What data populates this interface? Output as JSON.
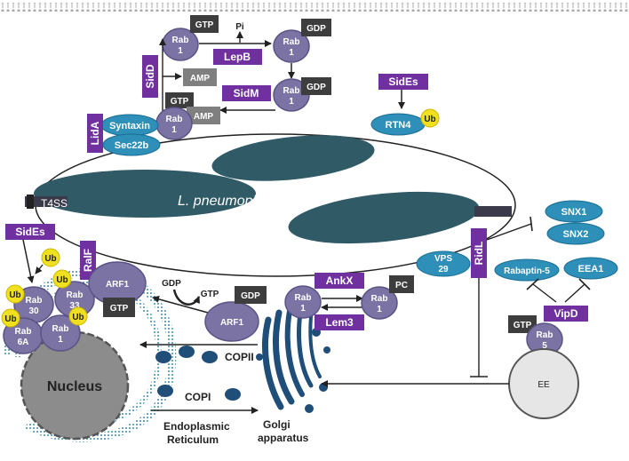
{
  "colors": {
    "rab_fill": "#7b73a3",
    "rab_stroke": "#5a5386",
    "dark_box": "#3d3d3d",
    "grey_box": "#7f7f7f",
    "purple": "#7030a0",
    "teal": "#2e8fb8",
    "teal_dark": "#1a6e95",
    "bacteria": "#2f5a66",
    "ub_yellow": "#f0e020",
    "nucleus": "#8c8c8c",
    "golgi": "#1f4e79"
  },
  "labels": {
    "gtp": "GTP",
    "gdp": "GDP",
    "amp": "AMP",
    "pi": "Pi",
    "ub": "Ub",
    "pc": "PC",
    "rab1_line1": "Rab",
    "rab1_line2": "1",
    "rab30_line2": "30",
    "rab33_line2": "33",
    "rab6a_line2": "6A",
    "rab5_line2": "5",
    "sidd": "SidD",
    "lepb": "LepB",
    "sidm": "SidM",
    "lida": "LidA",
    "sides_top": "SidEs",
    "sides_left": "SidEs",
    "ralf": "RalF",
    "ankx": "AnkX",
    "lem3": "Lem3",
    "ridl": "RidL",
    "vipd": "VipD",
    "syntaxin": "Syntaxin",
    "sec22b": "Sec22b",
    "rtn4": "RTN4",
    "vps29_line1": "VPS",
    "vps29_line2": "29",
    "snx1": "SNX1",
    "snx2": "SNX2",
    "rabaptin5": "Rabaptin-5",
    "eea1": "EEA1",
    "arf1": "ARF1",
    "t4ss": "T4SS",
    "bacterium": "L. pneumophila",
    "ee": "EE",
    "nucleus": "Nucleus",
    "copii": "COPII",
    "copi": "COPI",
    "er_line1": "Endoplasmic",
    "er_line2": "Reticulum",
    "golgi_line1": "Golgi",
    "golgi_line2": "apparatus"
  }
}
